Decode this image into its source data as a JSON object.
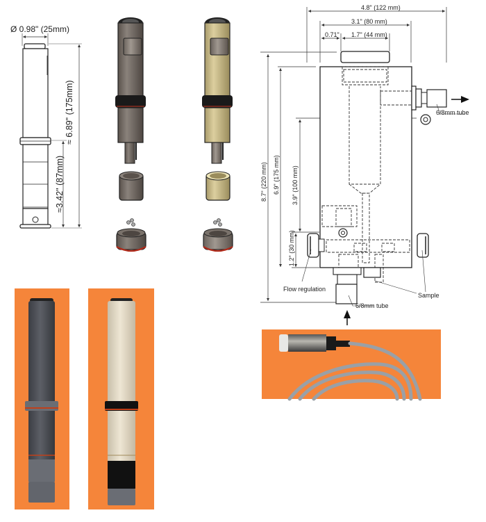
{
  "probe_drawing": {
    "diameter_label": "Ø 0.98\" (25mm)",
    "total_length_label": "≈ 6.89\" (175mm)",
    "lower_length_label": "≈3.42\" (87mm)"
  },
  "exploded_views": [
    {
      "name": "dark-grey-probe",
      "body_color": "#6d655f"
    },
    {
      "name": "beige-probe",
      "body_color": "#c9bb8a"
    }
  ],
  "flow_cell_drawing": {
    "width_total": "4.8\" (122 mm)",
    "width_body": "3.1\" (80 mm)",
    "offset_small": "0.71\"",
    "width_inner": "1.7\" (44 mm)",
    "height_total": "8.7\" (220 mm)",
    "height_body": "6.9\" (175 mm)",
    "height_chamber": "3.9\" (100 mm)",
    "height_base": "1.2\" (30 mm)",
    "outlet_label": "6/8mm tube",
    "inlet_label": "6/8mm tube",
    "flow_regulation_label": "Flow regulation",
    "sample_label": "Sample"
  },
  "photos": [
    {
      "name": "dark-grey-probe-photo",
      "background": "#f5853a",
      "object_color": "#4a4c52"
    },
    {
      "name": "beige-probe-photo",
      "background": "#f5853a",
      "object_color": "#e6dcc6"
    },
    {
      "name": "sensor-cable-photo",
      "background": "#f5853a",
      "object_color": "#9aa0a6"
    }
  ]
}
